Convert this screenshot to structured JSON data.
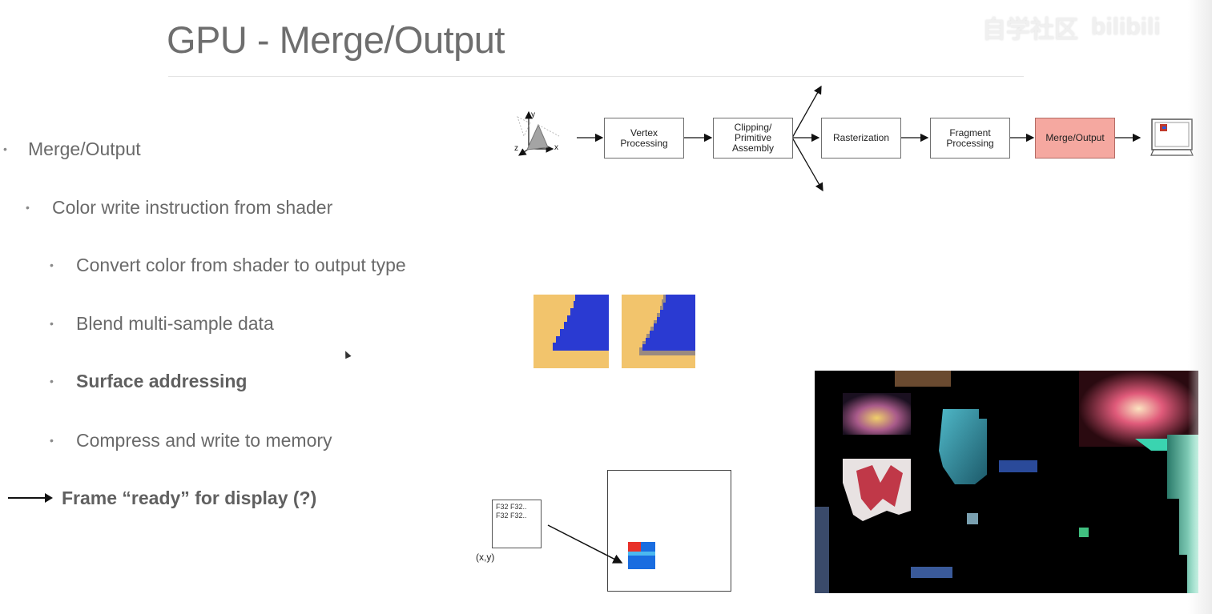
{
  "title": "GPU - Merge/Output",
  "watermark": {
    "text": "自学社区",
    "logo": "bilibili"
  },
  "bullets": [
    {
      "text": "Merge/Output",
      "level": 1,
      "bold": false
    },
    {
      "text": "Color write instruction from shader",
      "level": 2,
      "bold": false
    },
    {
      "text": "Convert color from shader to output type",
      "level": 3,
      "bold": false
    },
    {
      "text": "Blend multi-sample data",
      "level": 3,
      "bold": false
    },
    {
      "text": "Surface addressing",
      "level": 3,
      "bold": true
    },
    {
      "text": "Compress and write to memory",
      "level": 3,
      "bold": false
    }
  ],
  "conclusion": "Frame “ready” for display (?)",
  "pipeline": {
    "stages": [
      {
        "label": "Vertex\nProcessing",
        "highlight": false
      },
      {
        "label": "Clipping/\nPrimitive\nAssembly",
        "highlight": false
      },
      {
        "label": "Rasterization",
        "highlight": false
      },
      {
        "label": "Fragment\nProcessing",
        "highlight": false
      },
      {
        "label": "Merge/Output",
        "highlight": true
      }
    ],
    "axes": {
      "x": "x",
      "y": "y",
      "z": "z"
    },
    "highlight_color": "#f5a8a0",
    "input_icon": "triangle-axes-icon",
    "output_icon": "monitor-icon"
  },
  "surface_box": {
    "lines": [
      "F32 F32..",
      "F32 F32.."
    ],
    "coord_label": "(x,y)"
  },
  "colors": {
    "tile_orange": "#f2c46c",
    "tile_blue": "#2a3ad2",
    "tile_blend": "#9a8a80",
    "pixel_red": "#e8312a",
    "pixel_blue": "#1a6de0"
  }
}
